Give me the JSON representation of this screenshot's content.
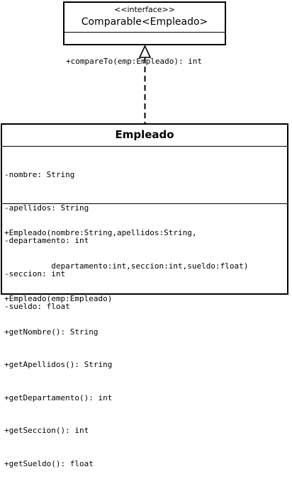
{
  "interface": {
    "stereotype": "<<interface>>",
    "name": "Comparable<Empleado>",
    "operations": [
      "+compareTo(emp:Empleado): int"
    ]
  },
  "class": {
    "name": "Empleado",
    "attributes": [
      "-nombre: String",
      "-apellidos: String",
      "-departamento: int",
      "-seccion: int",
      "-sueldo: float"
    ],
    "operations": [
      "+Empleado(nombre:String,apellidos:String,",
      "          departamento:int,seccion:int,sueldo:float)",
      "+Empleado(emp:Empleado)",
      "+getNombre(): String",
      "+getApellidos(): String",
      "+getDepartamento(): int",
      "+getSeccion(): int",
      "+getSueldo(): float"
    ]
  }
}
